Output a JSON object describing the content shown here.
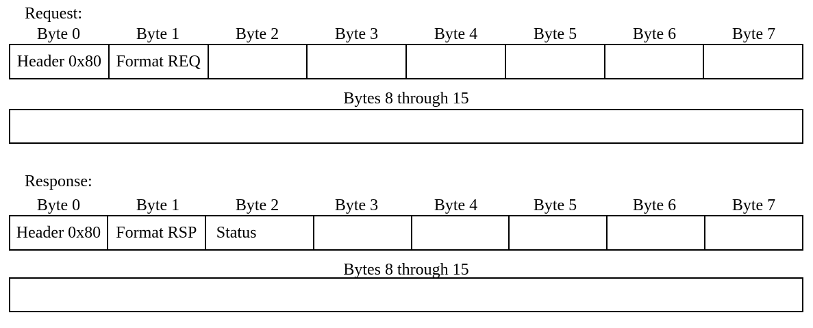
{
  "colors": {
    "background": "#ffffff",
    "border": "#000000",
    "text": "#000000"
  },
  "request": {
    "title": "Request:",
    "byte_headers": [
      "Byte 0",
      "Byte 1",
      "Byte 2",
      "Byte 3",
      "Byte 4",
      "Byte 5",
      "Byte 6",
      "Byte 7"
    ],
    "row_cells": [
      "Header 0x80",
      "Format REQ",
      "",
      "",
      "",
      "",
      "",
      ""
    ],
    "extended_label": "Bytes 8 through 15"
  },
  "response": {
    "title": "Response:",
    "byte_headers": [
      "Byte 0",
      "Byte 1",
      "Byte 2",
      "Byte 3",
      "Byte 4",
      "Byte 5",
      "Byte 6",
      "Byte 7"
    ],
    "row_cells": [
      "Header 0x80",
      "Format RSP",
      "Status",
      "",
      "",
      "",
      "",
      ""
    ],
    "extended_label": "Bytes 8 through 15"
  }
}
